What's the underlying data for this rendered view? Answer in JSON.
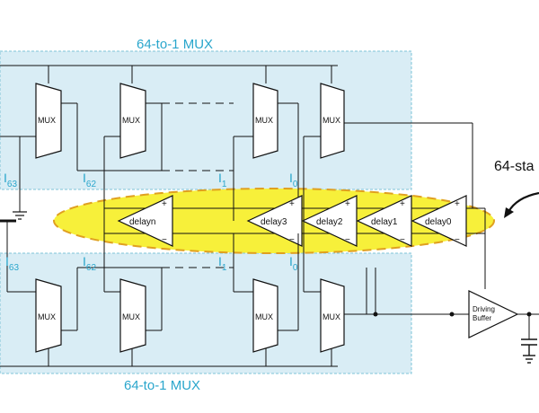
{
  "colors": {
    "panel_fill": "#d9edf5",
    "panel_border": "#7ec4d8",
    "label_cyan": "#2aa6cc",
    "highlight_yellow": "#f7f03a",
    "highlight_border": "#e0a020",
    "wire": "#111111"
  },
  "top_panel": {
    "title": "64-to-1 MUX",
    "inputs": {
      "i63": "I",
      "i63_sub": "63",
      "i62": "I",
      "i62_sub": "62",
      "i1": "I",
      "i1_sub": "1",
      "i0": "I",
      "i0_sub": "0"
    },
    "mux_label": "MUX"
  },
  "bottom_panel": {
    "title": "64-to-1 MUX",
    "inputs": {
      "i63": "I",
      "i63_sub": "63",
      "i62": "I",
      "i62_sub": "62",
      "i1": "I",
      "i1_sub": "1",
      "i0": "I",
      "i0_sub": "0"
    },
    "mux_label": "MUX"
  },
  "delay_chain": {
    "label_fragment": "64-sta",
    "stages": [
      "delayn",
      "delay3",
      "delay2",
      "delay1",
      "delay0"
    ],
    "plus": "+",
    "minus": "−"
  },
  "driver": {
    "line1": "Driving",
    "line2": "Buffer"
  }
}
